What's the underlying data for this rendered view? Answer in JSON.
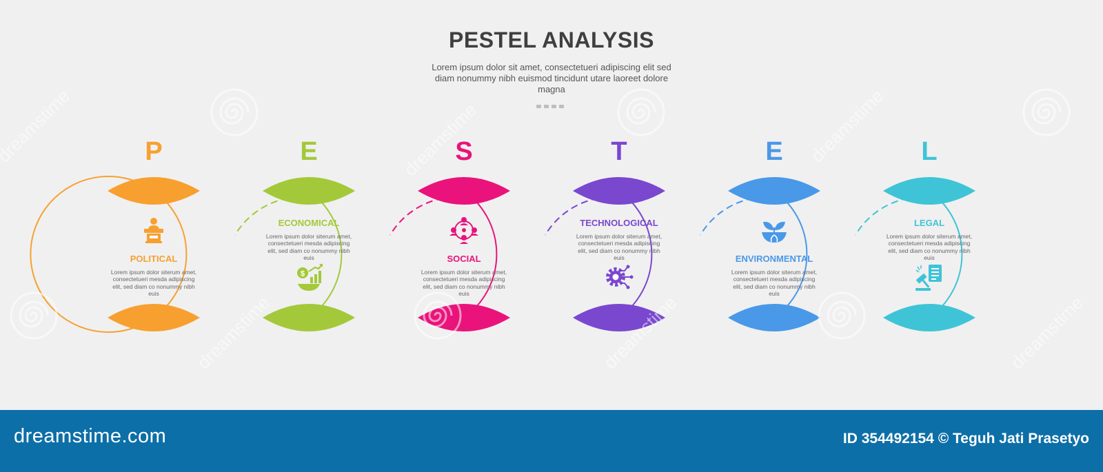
{
  "title": "PESTEL ANALYSIS",
  "subtitle": "Lorem ipsum dolor sit amet, consectetueri adipiscing elit sed diam nonummy nibh euismod tincidunt utare laoreet dolore magna",
  "colors": {
    "background": "#f0f0f0",
    "title": "#3f3f3f",
    "footer": "#0d6fa8"
  },
  "items": [
    {
      "letter": "P",
      "label": "POLITICAL",
      "color": "#f7a030",
      "icon": "podium-speaker-icon",
      "description": "Lorem ipsum dolor siterum amet, consectetueri mesda adipiscing elit, sed diam co nonummy nibh euis"
    },
    {
      "letter": "E",
      "label": "ECONOMICAL",
      "color": "#a3c93a",
      "icon": "money-growth-chart-icon",
      "description": "Lorem ipsum dolor siterum amet, consectetueri mesda adipiscing elit, sed diam co nonummy nibh euis"
    },
    {
      "letter": "S",
      "label": "SOCIAL",
      "color": "#e9137b",
      "icon": "social-network-people-icon",
      "description": "Lorem ipsum dolor siterum amet, consectetueri mesda adipiscing elit, sed diam co nonummy nibh euis"
    },
    {
      "letter": "T",
      "label": "TECHNOLOGICAL",
      "color": "#7a47cf",
      "icon": "gear-circuit-icon",
      "description": "Lorem ipsum dolor siterum amet, consectetueri mesda adipiscing elit, sed diam co nonummy nibh euis"
    },
    {
      "letter": "E",
      "label": "ENVIRONMENTAL",
      "color": "#4a98e8",
      "icon": "plant-hands-icon",
      "description": "Lorem ipsum dolor siterum amet, consectetueri mesda adipiscing elit, sed diam co nonummy nibh euis"
    },
    {
      "letter": "L",
      "label": "LEGAL",
      "color": "#3ec4d6",
      "icon": "gavel-document-icon",
      "description": "Lorem ipsum dolor siterum amet, consectetueri mesda adipiscing elit, sed diam co nonummy nibh euis"
    }
  ],
  "footer": {
    "brand": "dreamstime.com",
    "credit": "ID 354492154 © Teguh Jati Prasetyo"
  },
  "watermark": "dreamstime"
}
